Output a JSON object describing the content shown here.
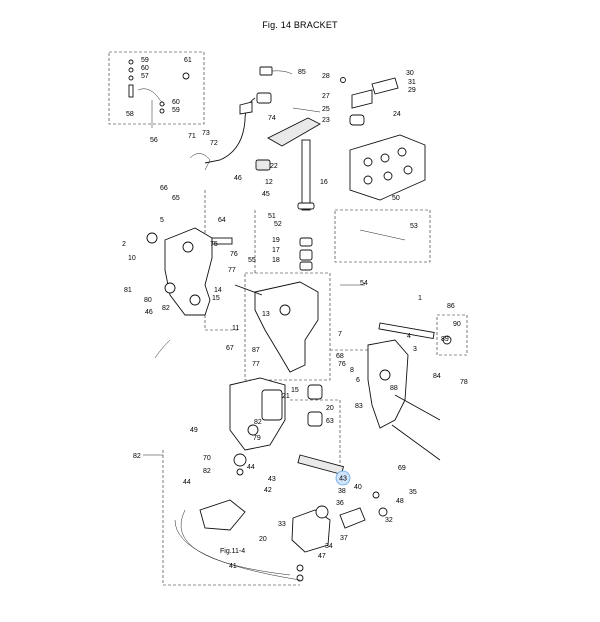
{
  "figure": {
    "title": "Fig. 14 BRACKET",
    "crossref": "Fig.11-4",
    "highlighted_part": "43"
  },
  "callouts": [
    "59",
    "60",
    "57",
    "61",
    "60",
    "59",
    "58",
    "56",
    "85",
    "28",
    "30",
    "31",
    "29",
    "27",
    "25",
    "23",
    "24",
    "71",
    "73",
    "72",
    "74",
    "22",
    "16",
    "66",
    "65",
    "46",
    "12",
    "45",
    "64",
    "51",
    "52",
    "50",
    "5",
    "2",
    "75",
    "76",
    "10",
    "19",
    "17",
    "18",
    "53",
    "77",
    "14",
    "55",
    "15",
    "54",
    "81",
    "80",
    "82",
    "46",
    "13",
    "11",
    "1",
    "86",
    "90",
    "89",
    "4",
    "3",
    "7",
    "8",
    "6",
    "68",
    "67",
    "87",
    "88",
    "83",
    "84",
    "78",
    "15",
    "76",
    "77",
    "21",
    "20",
    "63",
    "82",
    "49",
    "82",
    "79",
    "69",
    "70",
    "82",
    "44",
    "43",
    "38",
    "35",
    "48",
    "44",
    "42",
    "36",
    "40",
    "32",
    "33",
    "37",
    "34",
    "20",
    "47",
    "41"
  ]
}
